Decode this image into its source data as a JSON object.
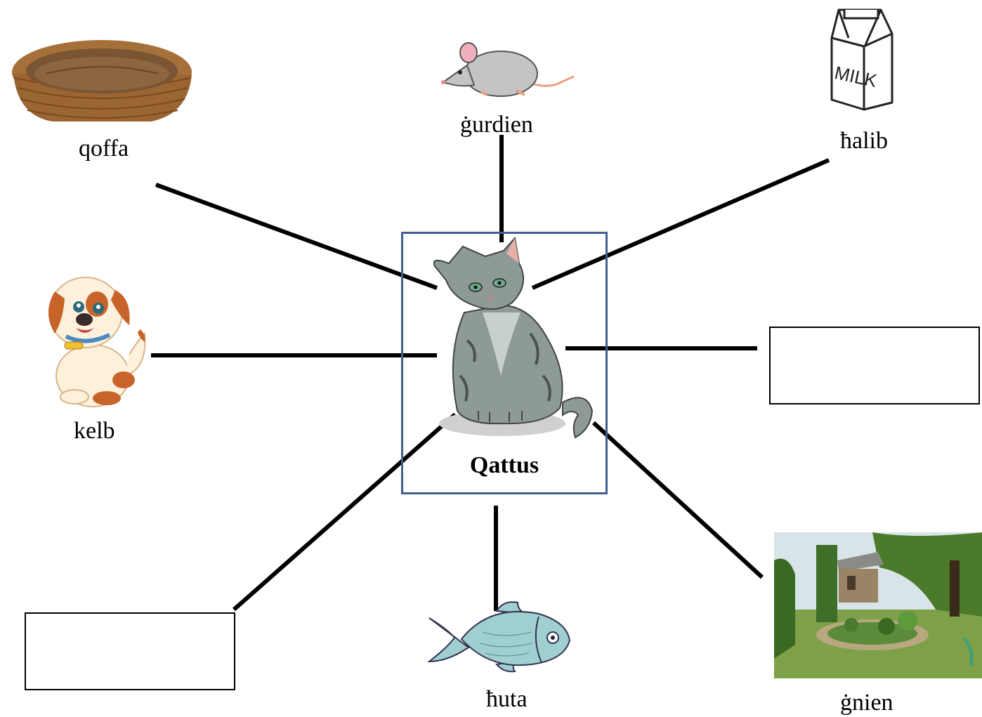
{
  "center": {
    "title": "Qattus"
  },
  "items": {
    "basket": {
      "label": "qoffa"
    },
    "mouse": {
      "label": "ġurdien"
    },
    "milk": {
      "label": "ħalib",
      "carton_text": "MILK"
    },
    "dog": {
      "label": "kelb"
    },
    "fish": {
      "label": "ħuta"
    },
    "garden": {
      "label": "ġnien"
    }
  },
  "blank_boxes": [
    {
      "id": "right",
      "value": ""
    },
    {
      "id": "bottom-left",
      "value": ""
    }
  ],
  "colors": {
    "center_border": "#3f5f8f",
    "line": "#000000",
    "cat_fur": "#8e9a98",
    "fish": "#9fcfcf",
    "basket": "#a5703a",
    "dog_spots": "#c8632a"
  }
}
